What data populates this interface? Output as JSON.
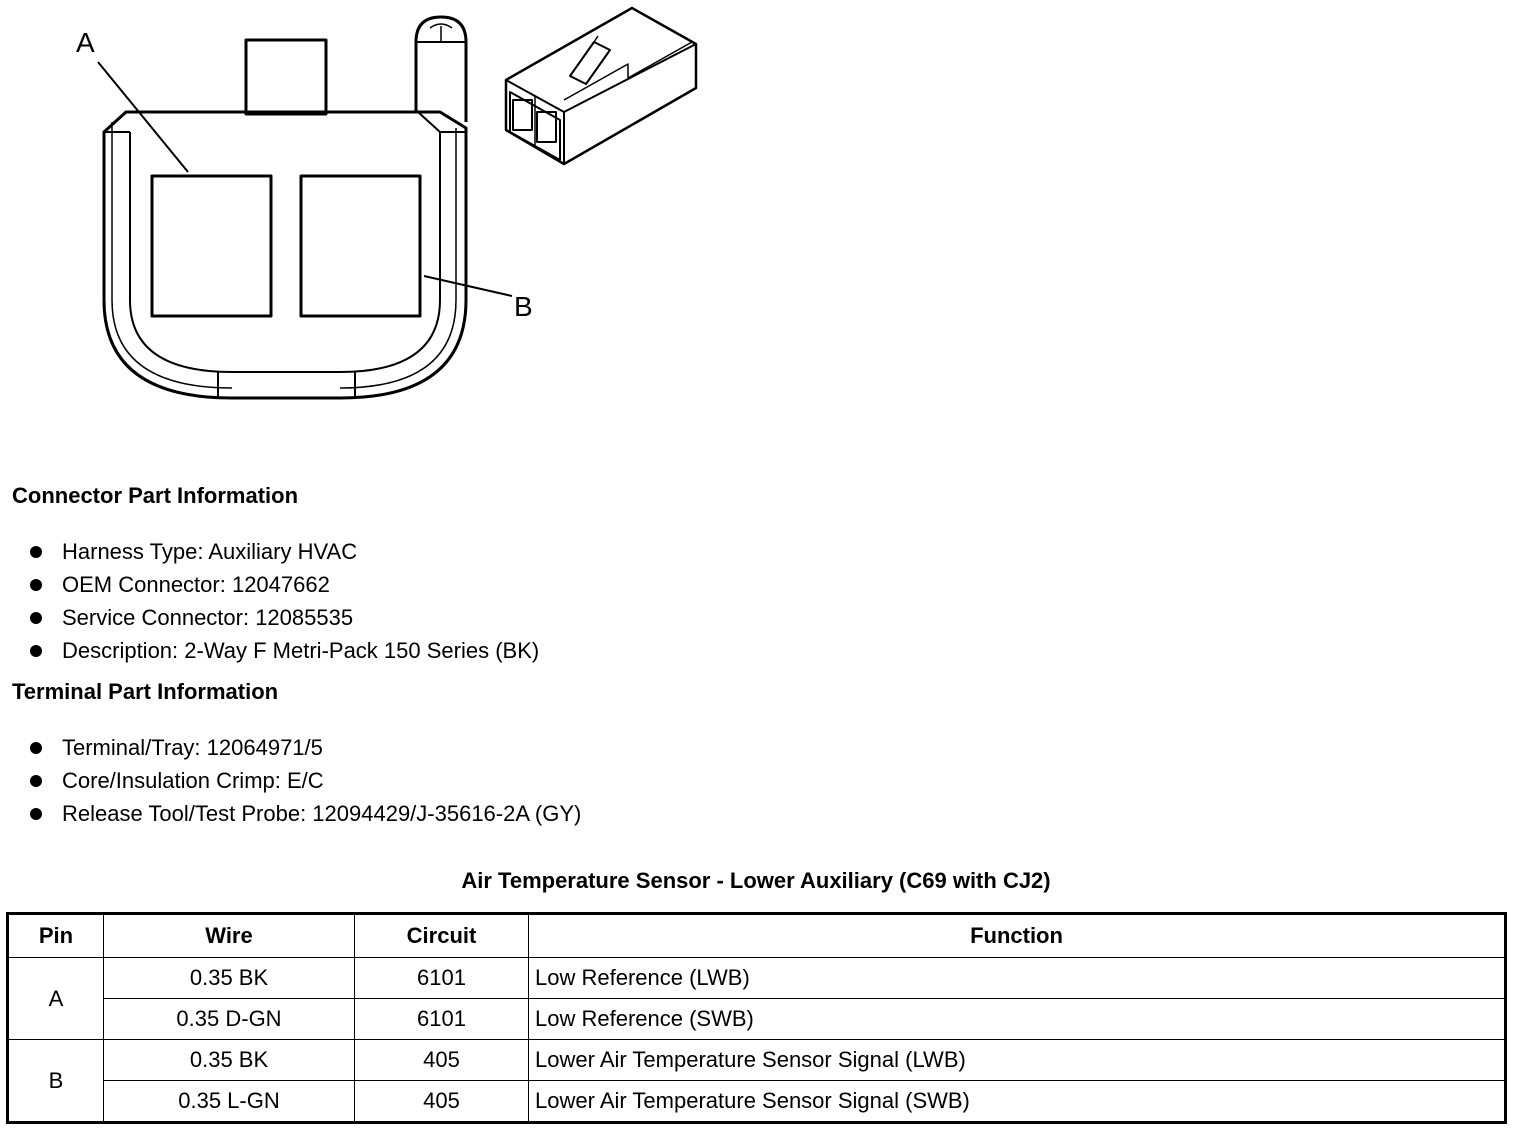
{
  "diagram": {
    "label_a": "A",
    "label_b": "B"
  },
  "connector_part_info": {
    "title": "Connector Part Information",
    "items": [
      "Harness Type: Auxiliary HVAC",
      "OEM Connector: 12047662",
      "Service Connector: 12085535",
      "Description: 2-Way F Metri-Pack 150 Series (BK)"
    ]
  },
  "terminal_part_info": {
    "title": "Terminal Part Information",
    "items": [
      "Terminal/Tray: 12064971/5",
      "Core/Insulation Crimp: E/C",
      "Release Tool/Test Probe: 12094429/J-35616-2A (GY)"
    ]
  },
  "table": {
    "title": "Air Temperature Sensor - Lower Auxiliary (C69 with CJ2)",
    "headers": [
      "Pin",
      "Wire",
      "Circuit",
      "Function"
    ],
    "rows": [
      {
        "pin": "A",
        "wire": "0.35 BK",
        "circuit": "6101",
        "function": "Low Reference (LWB)"
      },
      {
        "pin": "A",
        "wire": "0.35 D-GN",
        "circuit": "6101",
        "function": "Low Reference (SWB)"
      },
      {
        "pin": "B",
        "wire": "0.35 BK",
        "circuit": "405",
        "function": "Lower Air Temperature Sensor Signal (LWB)"
      },
      {
        "pin": "B",
        "wire": "0.35 L-GN",
        "circuit": "405",
        "function": "Lower Air Temperature Sensor Signal (SWB)"
      }
    ]
  }
}
